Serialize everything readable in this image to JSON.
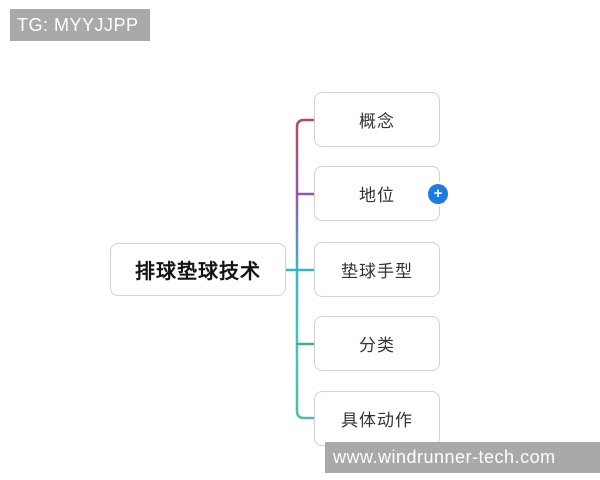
{
  "watermarks": {
    "top_left": "TG: MYYJJPP",
    "bottom_right": "www.windrunner-tech.com"
  },
  "mindmap": {
    "root": {
      "label": "排球垫球技术"
    },
    "children": [
      {
        "label": "概念"
      },
      {
        "label": "地位"
      },
      {
        "label": "垫球手型"
      },
      {
        "label": "分类"
      },
      {
        "label": "具体动作"
      }
    ],
    "add_button": {
      "glyph": "+"
    },
    "branch_colors": {
      "concept": "#b24c62",
      "status": "#9457ad",
      "hand_shape": "#38aec2",
      "classification": "#3fae92",
      "actions": "#4cc0a8",
      "trunk_top": "#b24c62",
      "trunk_q1": "#9457ad",
      "trunk_mid": "#38b4c4",
      "trunk_q3": "#3fc6be",
      "trunk_bottom": "#4cc0a8",
      "root_link": "#38b4c4",
      "add_button_bg": "#1b7ce0"
    }
  }
}
